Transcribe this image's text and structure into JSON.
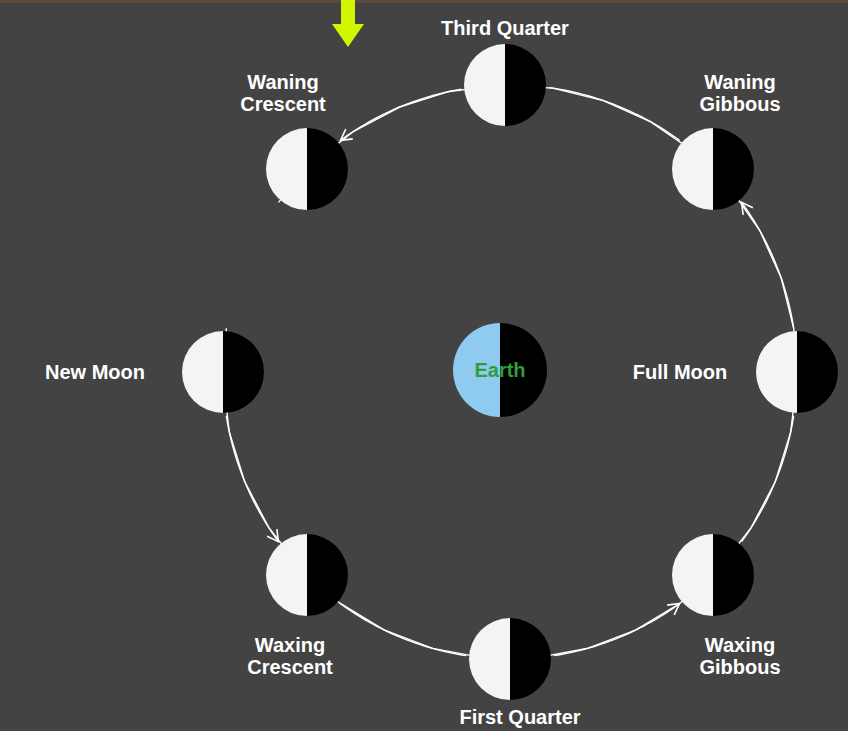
{
  "diagram": {
    "nodes": [
      {
        "text": [
          "Third Quarter"
        ]
      },
      {
        "text": [
          "Waning Crescent"
        ]
      },
      {
        "text": [
          "Waning Gibbous"
        ]
      },
      {
        "text": [
          "New Moon"
        ]
      },
      {
        "text": [
          "Earth"
        ]
      },
      {
        "text": [
          "Full Moon"
        ]
      },
      {
        "text": [
          "Waxing Crescent"
        ]
      },
      {
        "text": [
          "Waxing Gibbous"
        ]
      },
      {
        "text": [
          "First Quarter"
        ]
      }
    ],
    "edges": [
      {
        "from": 3,
        "to": 6,
        "arrow": "to"
      },
      {
        "from": 6,
        "to": 8,
        "arrow": "none"
      },
      {
        "from": 8,
        "to": 7,
        "arrow": "to"
      },
      {
        "from": 7,
        "to": 5,
        "arrow": "none"
      },
      {
        "from": 5,
        "to": 2,
        "arrow": "to"
      },
      {
        "from": 2,
        "to": 0,
        "arrow": "none"
      },
      {
        "from": 0,
        "to": 1,
        "arrow": "to"
      },
      {
        "from": 1,
        "to": 3,
        "arrow": "none"
      }
    ]
  }
}
